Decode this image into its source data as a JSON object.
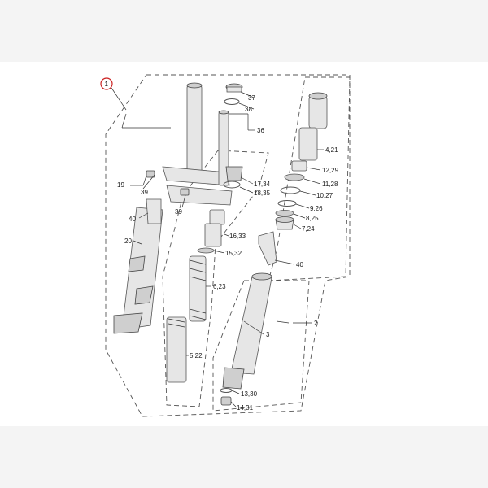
{
  "diagram": {
    "callout_main": "1",
    "callout_color": "#cc2222",
    "labels": {
      "l37": "37",
      "l38": "38",
      "l36": "36",
      "l4_21": "4,21",
      "l12_29": "12,29",
      "l11_28": "11,28",
      "l10_27": "10,27",
      "l9_26": "9,26",
      "l8_25": "8,25",
      "l7_24": "7,24",
      "l17_34": "17,34",
      "l18_35": "18,35",
      "l19": "19",
      "l39a": "39",
      "l39b": "39",
      "l40a": "40",
      "l40b": "40",
      "l20": "20",
      "l16_33": "16,33",
      "l15_32": "15,32",
      "l6_23": "6,23",
      "l5_22": "5,22",
      "l3": "3",
      "l2": "2",
      "l13_30": "13,30",
      "l14_31": "14,31"
    }
  }
}
